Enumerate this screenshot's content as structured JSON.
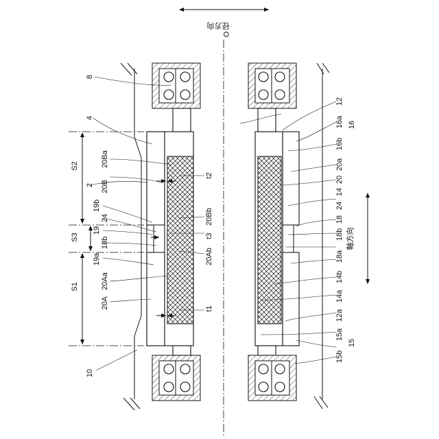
{
  "labels": {
    "radial_dir": "径方向",
    "axial_dir": "軸方向",
    "o": "O",
    "l8": "8",
    "l4": "4",
    "l2": "2",
    "l10": "10",
    "lS1": "S1",
    "lS2": "S2",
    "lS3": "S3",
    "l20Ba": "20Ba",
    "l20B": "20B",
    "l19b": "19b",
    "l24a": "24",
    "l19": "19",
    "l18b_l": "18b",
    "l19a": "19a",
    "l20Aa": "20Aa",
    "l20A": "20A",
    "lt2": "t2",
    "l20Bb": "20Bb",
    "lt3": "t3",
    "l20Ab": "20Ab",
    "lt1": "t1",
    "l12": "12",
    "l16a": "16a",
    "l16": "16",
    "l16b": "16b",
    "l20a": "20a",
    "l20": "20",
    "l14": "14",
    "l24b": "24",
    "l18": "18",
    "l18b_r": "18b",
    "l18a": "18a",
    "l14b": "14b",
    "l14a": "14a",
    "l12a": "12a",
    "l15a": "15a",
    "l15": "15",
    "l15b": "15b"
  }
}
